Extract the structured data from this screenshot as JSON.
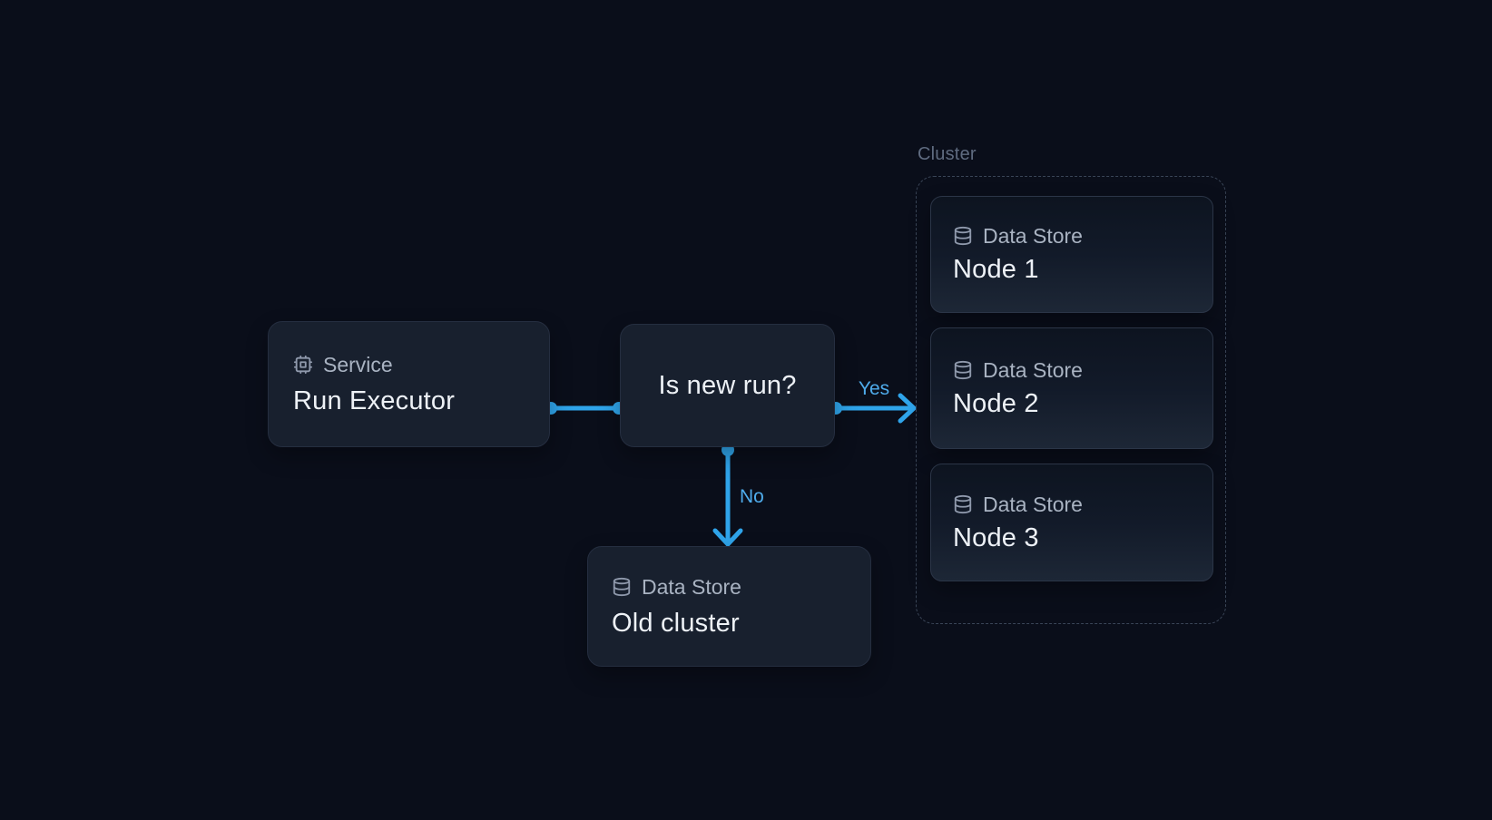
{
  "colors": {
    "canvas-bg": "#0A0E1A",
    "card-bg": "#18202E",
    "card-border": "#252E40",
    "store-bg-top": "#0D1420",
    "store-bg-mid": "#121A29",
    "store-bg-bottom": "#1D2736",
    "store-border": "#2B3547",
    "cluster-border": "#3A4557",
    "accent": "#2FA4EA",
    "edge-label-text": "#4FACEC",
    "title-text": "#EDF1F6",
    "label-text": "#A9B3C2",
    "cluster-label-text": "#5F6B80",
    "icon": "#8F99AC"
  },
  "diagram": {
    "cluster": {
      "label": "Cluster"
    },
    "nodes": {
      "service": {
        "icon": "cpu-icon",
        "type_label": "Service",
        "title": "Run Executor"
      },
      "decision": {
        "title": "Is new run?"
      },
      "old_cluster": {
        "icon": "database-icon",
        "type_label": "Data Store",
        "title": "Old cluster"
      },
      "node1": {
        "icon": "database-icon",
        "type_label": "Data Store",
        "title": "Node 1"
      },
      "node2": {
        "icon": "database-icon",
        "type_label": "Data Store",
        "title": "Node 2"
      },
      "node3": {
        "icon": "database-icon",
        "type_label": "Data Store",
        "title": "Node 3"
      }
    },
    "edges": {
      "yes": {
        "label": "Yes"
      },
      "no": {
        "label": "No"
      }
    }
  }
}
